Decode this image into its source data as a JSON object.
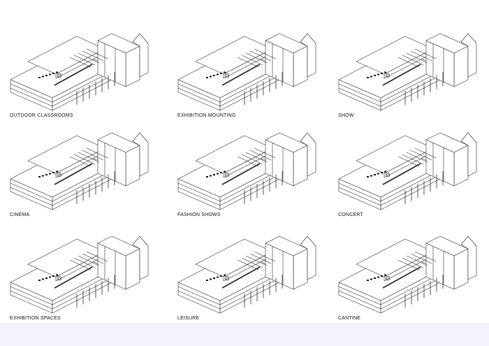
{
  "panels": [
    {
      "id": "outdoor-classrooms",
      "label": "OUTDOOR CLASSROOMS"
    },
    {
      "id": "exhibition-mounting",
      "label": "EXHIBITION MOUNTING"
    },
    {
      "id": "show",
      "label": "SHOW"
    },
    {
      "id": "cinema",
      "label": "CINEMA"
    },
    {
      "id": "fashion-shows",
      "label": "FASHION SHOWS"
    },
    {
      "id": "concert",
      "label": "CONCERT"
    },
    {
      "id": "exhibition-spaces",
      "label": "EXHIBITION SPACES"
    },
    {
      "id": "leisure",
      "label": "LEISURE"
    },
    {
      "id": "cantine",
      "label": "CANTINE"
    }
  ],
  "colors": {
    "line": "#2a2a2a",
    "fill": "#ffffff",
    "accent": "#111111",
    "footer": "#f4f2fb"
  }
}
